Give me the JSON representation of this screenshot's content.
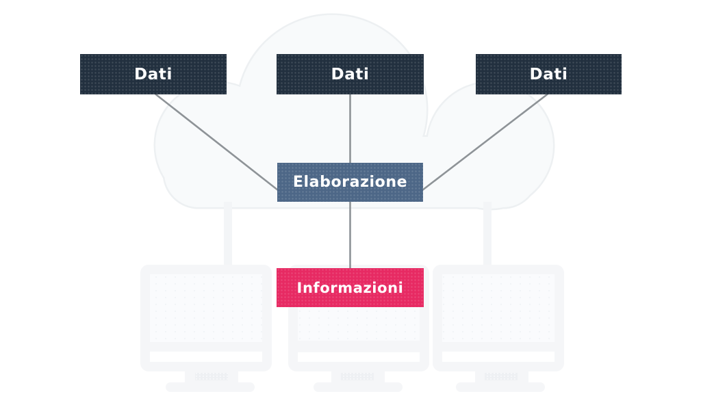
{
  "diagram": {
    "nodes": [
      {
        "id": "dati-1",
        "label": "Dati",
        "color": "#22303f"
      },
      {
        "id": "dati-2",
        "label": "Dati",
        "color": "#22303f"
      },
      {
        "id": "dati-3",
        "label": "Dati",
        "color": "#22303f"
      },
      {
        "id": "elaborazione",
        "label": "Elaborazione",
        "color": "#4d6787"
      },
      {
        "id": "informazioni",
        "label": "Informazioni",
        "color": "#e72a63"
      }
    ],
    "edges": [
      {
        "from": "dati-1",
        "to": "elaborazione"
      },
      {
        "from": "dati-2",
        "to": "elaborazione"
      },
      {
        "from": "dati-3",
        "to": "elaborazione"
      },
      {
        "from": "elaborazione",
        "to": "informazioni"
      }
    ],
    "colors": {
      "connector": "#8e9397",
      "background": "#ffffff",
      "text": "#ffffff",
      "cloud_fill": "#f8fafb",
      "cloud_stroke": "#edf0f2",
      "monitor_frame": "#f5f6f8",
      "monitor_screen": "#fafbfd",
      "monitor_strip": "#ffffff"
    },
    "background_icons": [
      "cloud-icon",
      "monitor-icon",
      "monitor-icon",
      "monitor-icon"
    ]
  }
}
